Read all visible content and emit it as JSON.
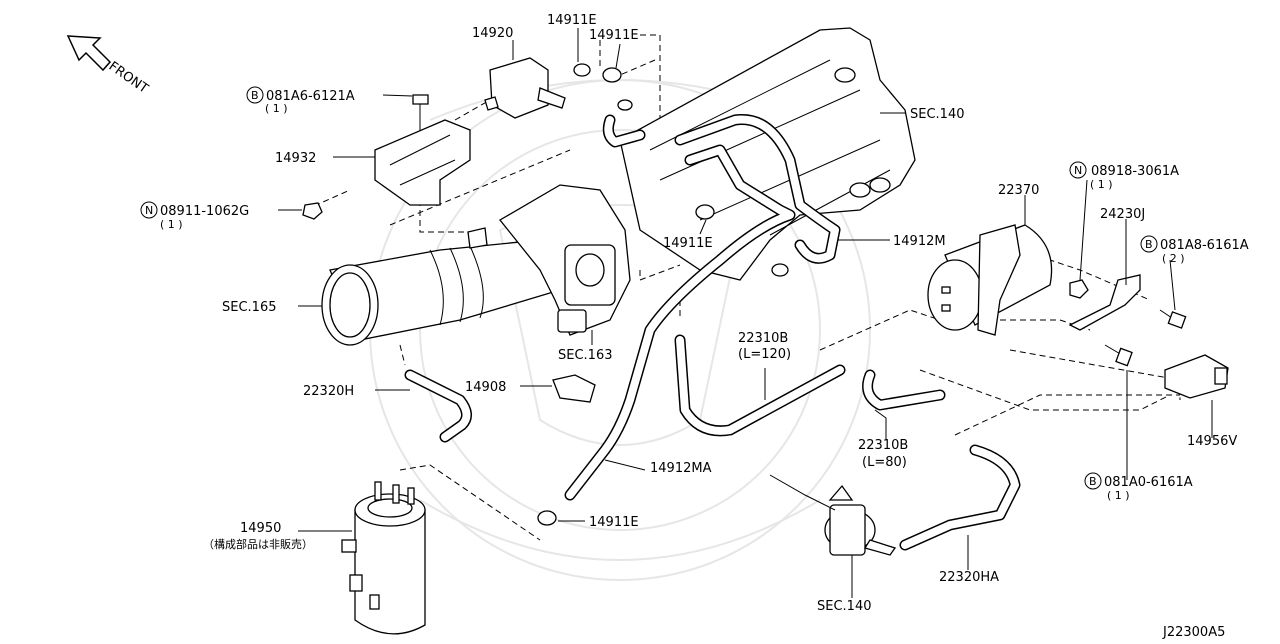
{
  "front_label": "FRONT",
  "drawing_code": "J22300A5",
  "labels": {
    "p14920": "14920",
    "p14911e_1": "14911E",
    "p14911e_2": "14911E",
    "p14911e_3": "14911E",
    "p14911e_4": "14911E",
    "bolt_081a6_code": "081A6-6121A",
    "bolt_081a6_qty": "( 1 )",
    "p14932": "14932",
    "nut_08911_code": "08911-1062G",
    "nut_08911_qty": "( 1 )",
    "sec140_top": "SEC.140",
    "sec165": "SEC.165",
    "sec163": "SEC.163",
    "p14912m": "14912M",
    "p22370": "22370",
    "nut_08918_code": "08918-3061A",
    "nut_08918_qty": "( 1 )",
    "p24230j": "24230J",
    "bolt_081a8_code": "081A8-6161A",
    "bolt_081a8_qty": "( 2 )",
    "p22310b_1": "22310B",
    "p22310b_1_len": "(L=120)",
    "p22320h": "22320H",
    "p14908": "14908",
    "p22310b_2": "22310B",
    "p22310b_2_len": "(L=80)",
    "p14956v": "14956V",
    "p14912ma": "14912MA",
    "bolt_081a0_code": "081A0-6161A",
    "bolt_081a0_qty": "( 1 )",
    "p14950": "14950",
    "p14950_note": "（構成部品は非販売）",
    "p22320ha": "22320HA",
    "sec140_bottom": "SEC.140"
  },
  "badges": {
    "bolt": "B",
    "nut": "N"
  }
}
